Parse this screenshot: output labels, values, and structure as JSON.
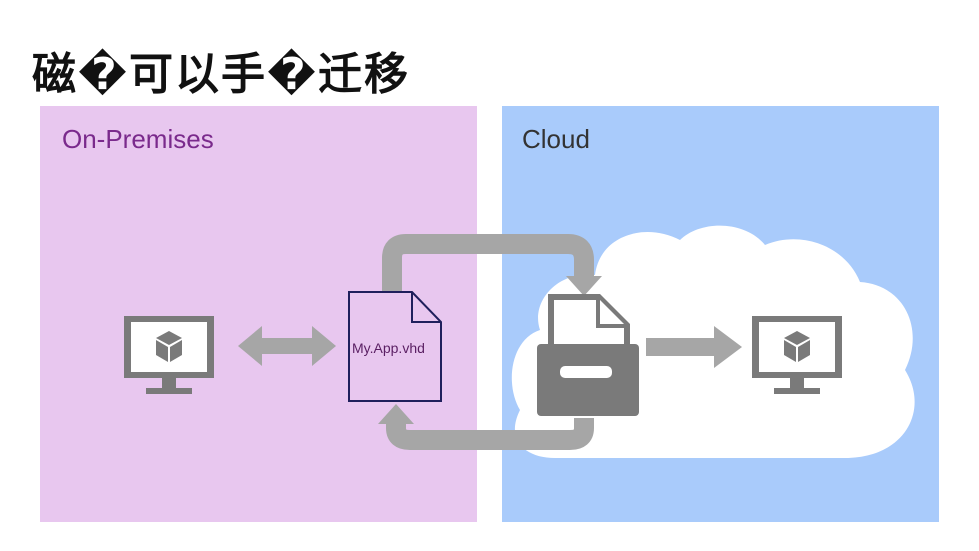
{
  "title": "磁�可以手�迁移",
  "panels": {
    "onprem_label": "On-Premises",
    "cloud_label": "Cloud"
  },
  "file": {
    "name": "My.App.vhd"
  },
  "icons": [
    "monitor-cube-icon",
    "double-arrow-icon",
    "vhd-file-icon",
    "locked-file-icon",
    "right-arrow-icon",
    "cloud-icon",
    "cycle-arrow-icon"
  ],
  "colors": {
    "onprem_bg": "#e8c7ef",
    "cloud_bg": "#a9cbfb",
    "icon_gray": "#7a7a7a",
    "arrow_gray": "#a6a6a6",
    "file_border": "#1f1f5c"
  }
}
